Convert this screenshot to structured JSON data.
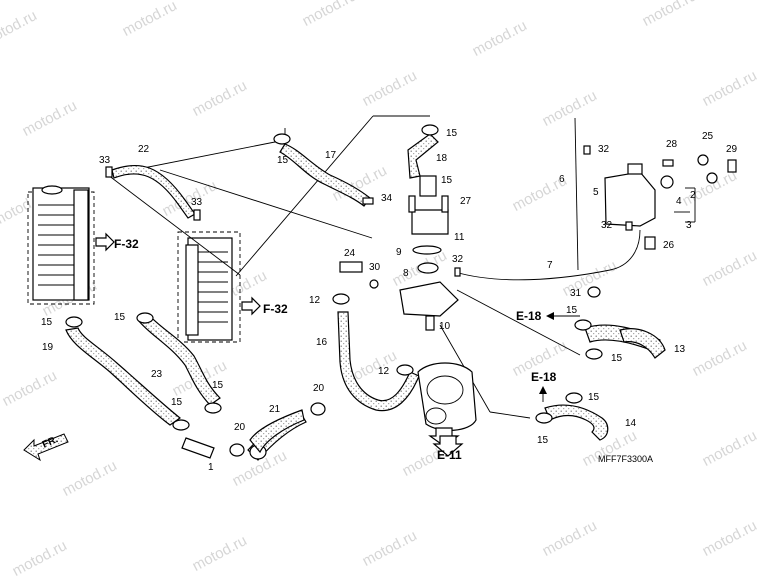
{
  "watermark": "motod.ru",
  "diagram_code": "MFF7F3300A",
  "front_indicator": "FR.",
  "refs": {
    "f32": "F-32",
    "e18": "E-18",
    "e11": "E-11"
  },
  "part_numbers": [
    "1",
    "2",
    "3",
    "4",
    "5",
    "6",
    "7",
    "8",
    "9",
    "10",
    "11",
    "12",
    "13",
    "14",
    "15",
    "16",
    "17",
    "18",
    "19",
    "20",
    "21",
    "22",
    "23",
    "24",
    "25",
    "26",
    "27",
    "28",
    "29",
    "30",
    "31",
    "32",
    "33",
    "34"
  ]
}
